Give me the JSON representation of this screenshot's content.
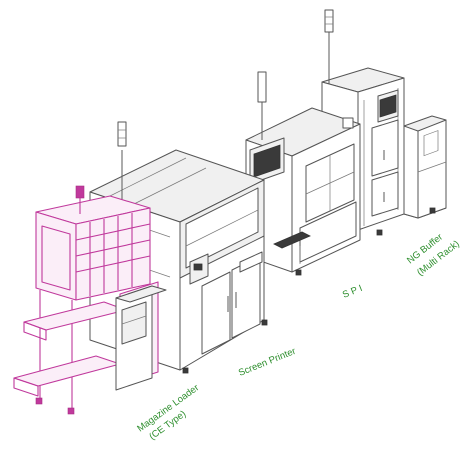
{
  "colors": {
    "label_green": "#2f8f2f",
    "magazine_loader_magenta": "#c0399c",
    "line_gray": "#5a5a5a"
  },
  "labels": {
    "magazine_loader_line1": "Magazine Loader",
    "magazine_loader_line2": "(CE Type)",
    "screen_printer": "Screen Printer",
    "spi": "S P I",
    "ng_buffer_line1": "NG Buffer",
    "ng_buffer_line2": "(Multi Rack)"
  }
}
